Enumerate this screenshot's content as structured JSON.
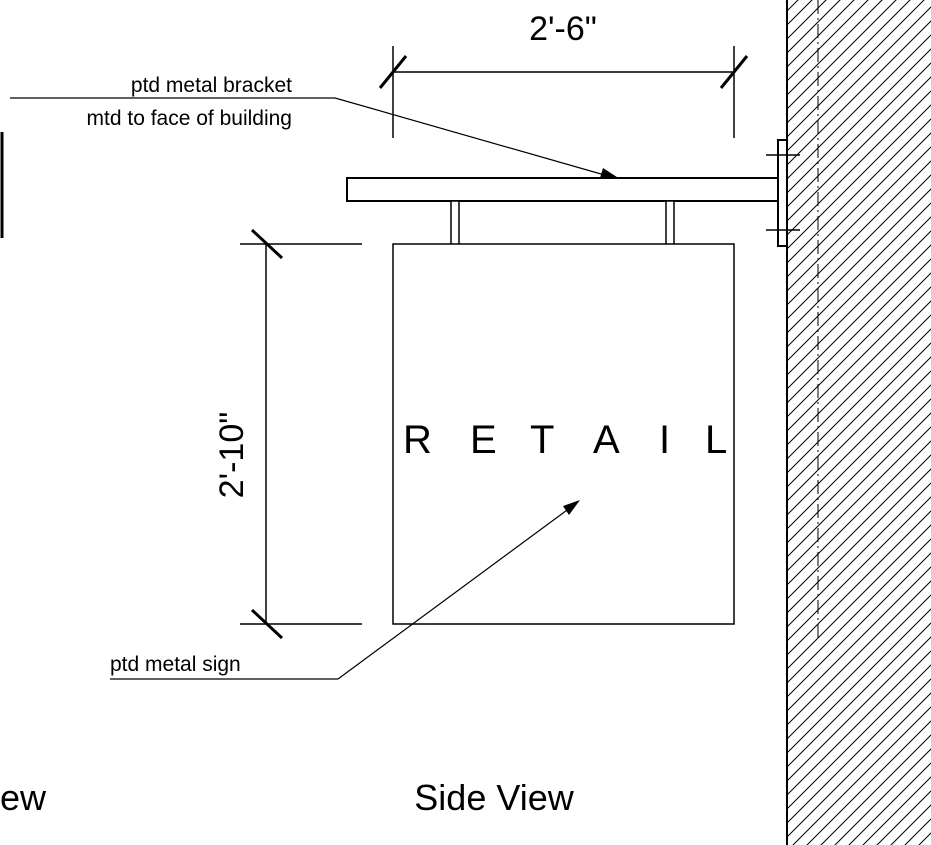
{
  "annotations": {
    "bracket_line1": "ptd metal bracket",
    "bracket_line2": "mtd to face of building",
    "sign": "ptd metal sign"
  },
  "dimensions": {
    "width": "2'-6\"",
    "height": "2'-10\""
  },
  "sign_letters": [
    "R",
    "E",
    "T",
    "A",
    "I",
    "L"
  ],
  "views": {
    "left_partial": "iew",
    "side": "Side View"
  }
}
